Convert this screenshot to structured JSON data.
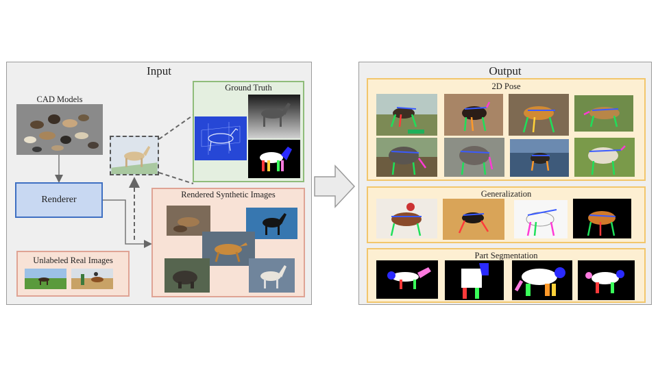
{
  "input": {
    "title": "Input",
    "cad_models_label": "CAD Models",
    "renderer_label": "Renderer",
    "ground_truth_label": "Ground Truth",
    "rendered_label": "Rendered Synthetic Images",
    "unlabeled_label": "Unlabeled Real Images"
  },
  "output": {
    "title": "Output",
    "pose_label": "2D Pose",
    "generalization_label": "Generalization",
    "segmentation_label": "Part Segmentation"
  },
  "colors": {
    "renderer_border": "#3e6fc2",
    "ground_truth_border": "#8fbc7a",
    "synthetic_border": "#dfa394",
    "section_border": "#f2c66b"
  }
}
